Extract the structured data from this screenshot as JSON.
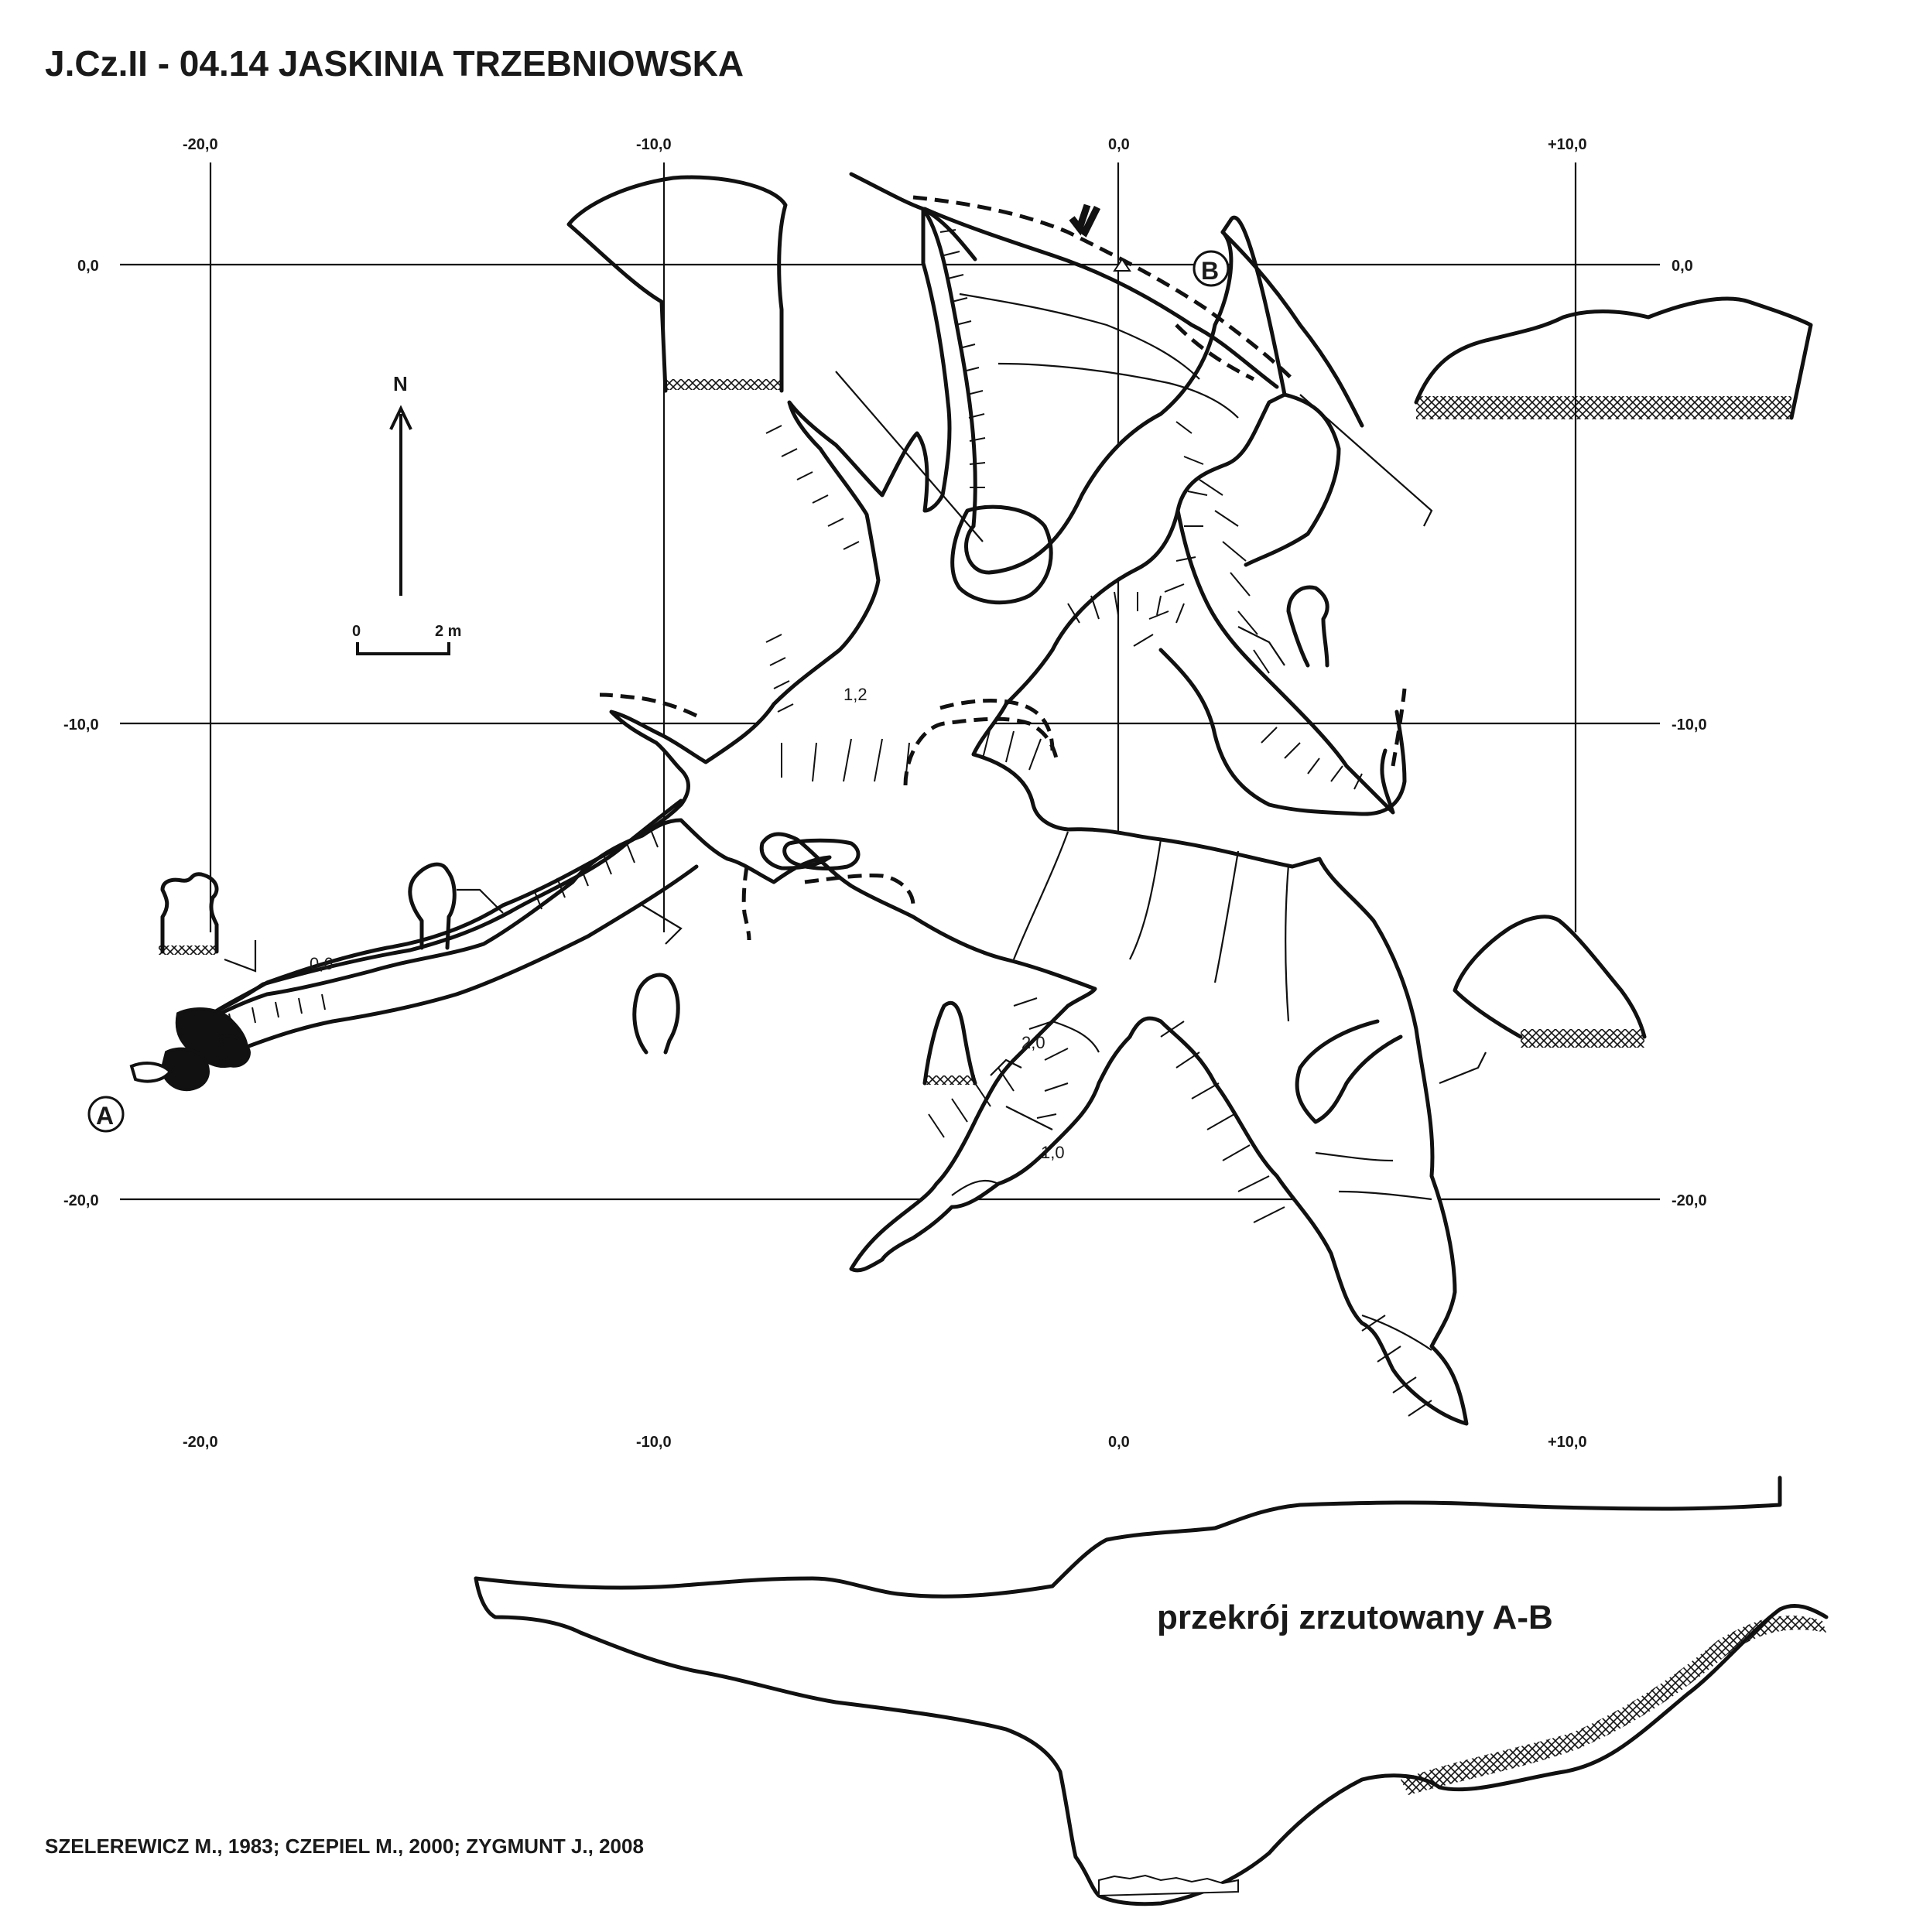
{
  "title": "J.Cz.II - 04.14  JASKINIA TRZEBNIOWSKA",
  "grid": {
    "top_labels": [
      "-20,0",
      "-10,0",
      "0,0",
      "+10,0"
    ],
    "bottom_labels": [
      "-20,0",
      "-10,0",
      "0,0",
      "+10,0"
    ],
    "left_labels": [
      "0,0",
      "-10,0",
      "-20,0"
    ],
    "right_labels": [
      "0,0",
      "-10,0",
      "-20,0"
    ]
  },
  "north_label": "N",
  "scale": {
    "zero": "0",
    "length": "2 m"
  },
  "points": {
    "a": "A",
    "b": "B"
  },
  "depths": [
    "1,2",
    "0,6",
    "2,0",
    "1,0"
  ],
  "section_title": "przekrój zrzutowany A-B",
  "credits": "SZELEREWICZ M., 1983; CZEPIEL M., 2000; ZYGMUNT J., 2008"
}
